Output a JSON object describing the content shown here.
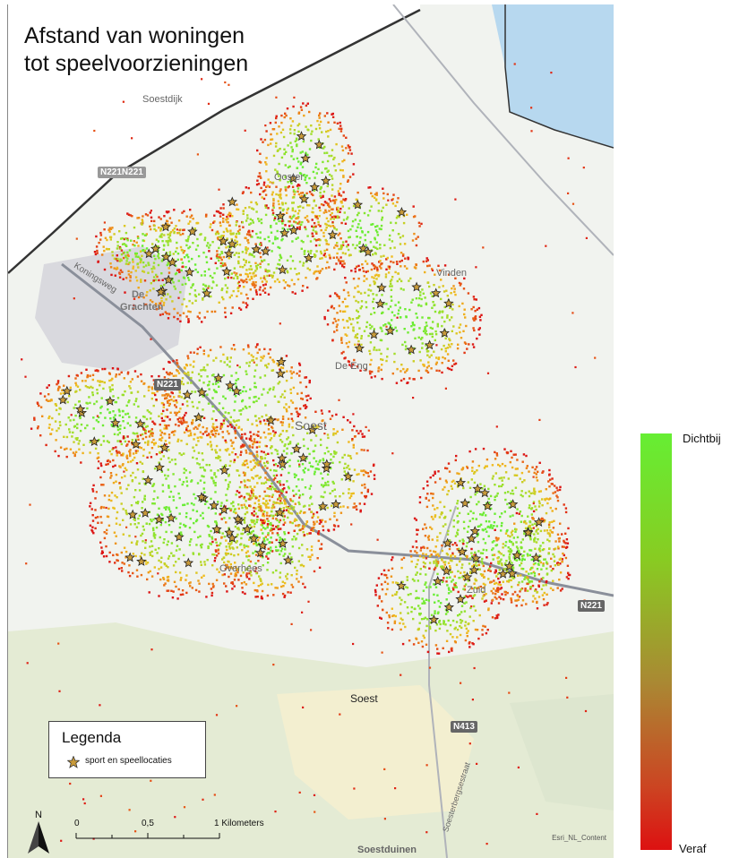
{
  "map": {
    "title_line1": "Afstand van woningen",
    "title_line2": "tot speelvoorzieningen",
    "place_labels": {
      "soestdijk": "Soestdijk",
      "de_grachten_1": "De",
      "de_grachten_2": "Grachten",
      "de_eng": "De Eng",
      "soest_center": "Soest",
      "soest_south": "Soest",
      "soestduinen": "Soestduinen",
      "overhees": "Overhees",
      "zuid": "Zuid",
      "vinden": "Vinden",
      "ooster": "Ooster",
      "koningsweg": "Koningsweg",
      "soesterberg": "Soesterbergsestraat"
    },
    "road_labels": {
      "n221_top": "N221N221",
      "n221_mid": "N221",
      "n221_right": "N221",
      "n413": "N413"
    },
    "credit": "Esri_NL_Content",
    "north_letter": "N"
  },
  "legend": {
    "title": "Legenda",
    "item_label": "sport en speellocaties",
    "star_color": "#c89a3a"
  },
  "scalebar": {
    "tick_0": "0",
    "tick_1": "0,5",
    "tick_2": "1 Kilometers"
  },
  "colorbar": {
    "top_label": "Dichtbij",
    "bottom_label": "Veraf",
    "top_color": "#66ee33",
    "bottom_color": "#dd1111"
  }
}
